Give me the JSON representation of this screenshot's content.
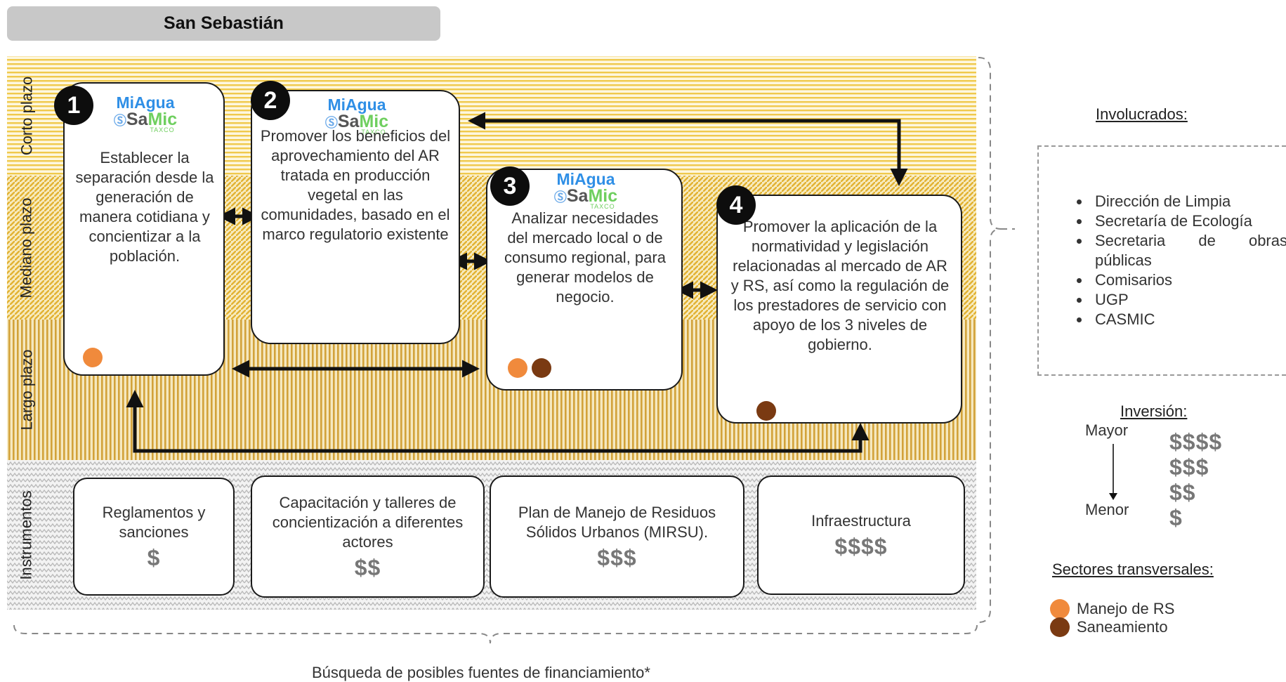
{
  "title": "San Sebastián",
  "bands": {
    "short": "Corto plazo",
    "medium": "Mediano plazo",
    "long": "Largo plazo",
    "instruments": "Instrumentos"
  },
  "logo": {
    "line1": "MiAgua",
    "sa": "Sa",
    "mic": "Mic",
    "taxco": "TAXCO",
    "drop": "Ⓢ"
  },
  "actions": [
    {
      "number": "1",
      "text": "Establecer la separación desde la generación de manera cotidiana y concientizar a la población."
    },
    {
      "number": "2",
      "text": "Promover los beneficios del aprovechamiento del AR tratada en producción vegetal en las comunidades, basado en el marco regulatorio existente"
    },
    {
      "number": "3",
      "text": "Analizar necesidades del mercado local o de consumo regional, para generar modelos de negocio."
    },
    {
      "number": "4",
      "text": "Promover la aplicación de la normatividad y legislación relacionadas al mercado de AR y RS, así como la regulación de los prestadores de servicio con apoyo de los 3 niveles de gobierno."
    }
  ],
  "instruments": [
    {
      "text": "Reglamentos y sanciones",
      "cost": "$"
    },
    {
      "text": "Capacitación y talleres de concientización a diferentes actores",
      "cost": "$$"
    },
    {
      "text": "Plan de Manejo de Residuos Sólidos Urbanos (MIRSU).",
      "cost": "$$$"
    },
    {
      "text": "Infraestructura",
      "cost": "$$$$"
    }
  ],
  "involucrados": {
    "heading": "Involucrados:",
    "items": [
      "Dirección de Limpia",
      "Secretaría de Ecología",
      "Secretaria de obras públicas",
      "Comisarios",
      "UGP",
      "CASMIC"
    ]
  },
  "inversion": {
    "heading": "Inversión:",
    "mayor": "Mayor",
    "menor": "Menor",
    "scale": [
      "$$$$",
      "$$$",
      "$$",
      "$"
    ]
  },
  "sectores": {
    "heading": "Sectores transversales:",
    "items": [
      {
        "label": "Manejo de RS",
        "color": "#f08a3c"
      },
      {
        "label": "Saneamiento",
        "color": "#7a3a12"
      }
    ]
  },
  "footnote": "Búsqueda de posibles fuentes de financiamiento*",
  "colors": {
    "band_yellow": "#e9bd3f",
    "band_gold": "#c99a2e",
    "rs": "#f08a3c",
    "saneamiento": "#7a3a12"
  }
}
